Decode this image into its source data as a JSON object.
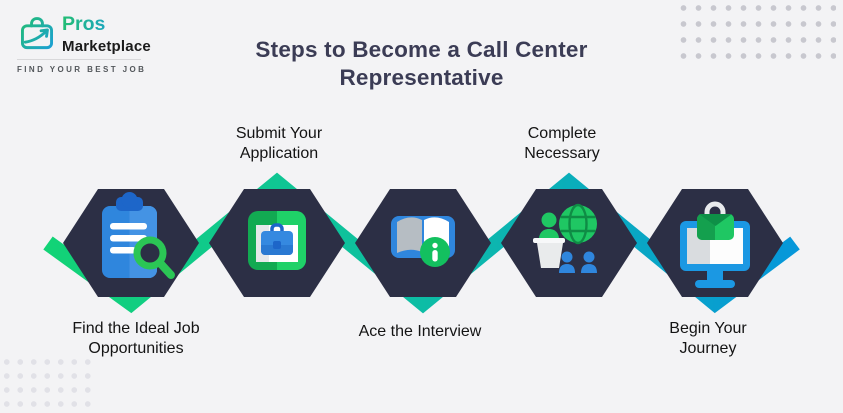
{
  "logo": {
    "name_top": "Pros",
    "name_bottom": "Marketplace",
    "tagline": "FIND YOUR BEST JOB"
  },
  "title": {
    "line1": "Steps to Become a Call Center",
    "line2": "Representative"
  },
  "steps": [
    {
      "label": "Find the Ideal Job\nOpportunities",
      "icon": "clipboard-search-icon"
    },
    {
      "label": "Submit Your\nApplication",
      "icon": "job-application-window-icon"
    },
    {
      "label": "Ace the Interview",
      "icon": "interview-guide-book-icon"
    },
    {
      "label": "Complete\nNecessary",
      "icon": "training-presentation-icon"
    },
    {
      "label": "Begin Your\nJourney",
      "icon": "monitor-briefcase-icon"
    }
  ],
  "colors": {
    "background": "#f3f3f5",
    "hexagon": "#2c2f45",
    "ribbon_green": "#12d376",
    "ribbon_teal": "#0dbda5",
    "ribbon_blue": "#0697da",
    "icon_blue": "#2f86dd",
    "icon_green": "#1fc763",
    "icon_dark_blue": "#1d66c9",
    "logo_green": "#22bd72",
    "logo_blue": "#1b9fd8",
    "title_text": "#3b3c55"
  }
}
